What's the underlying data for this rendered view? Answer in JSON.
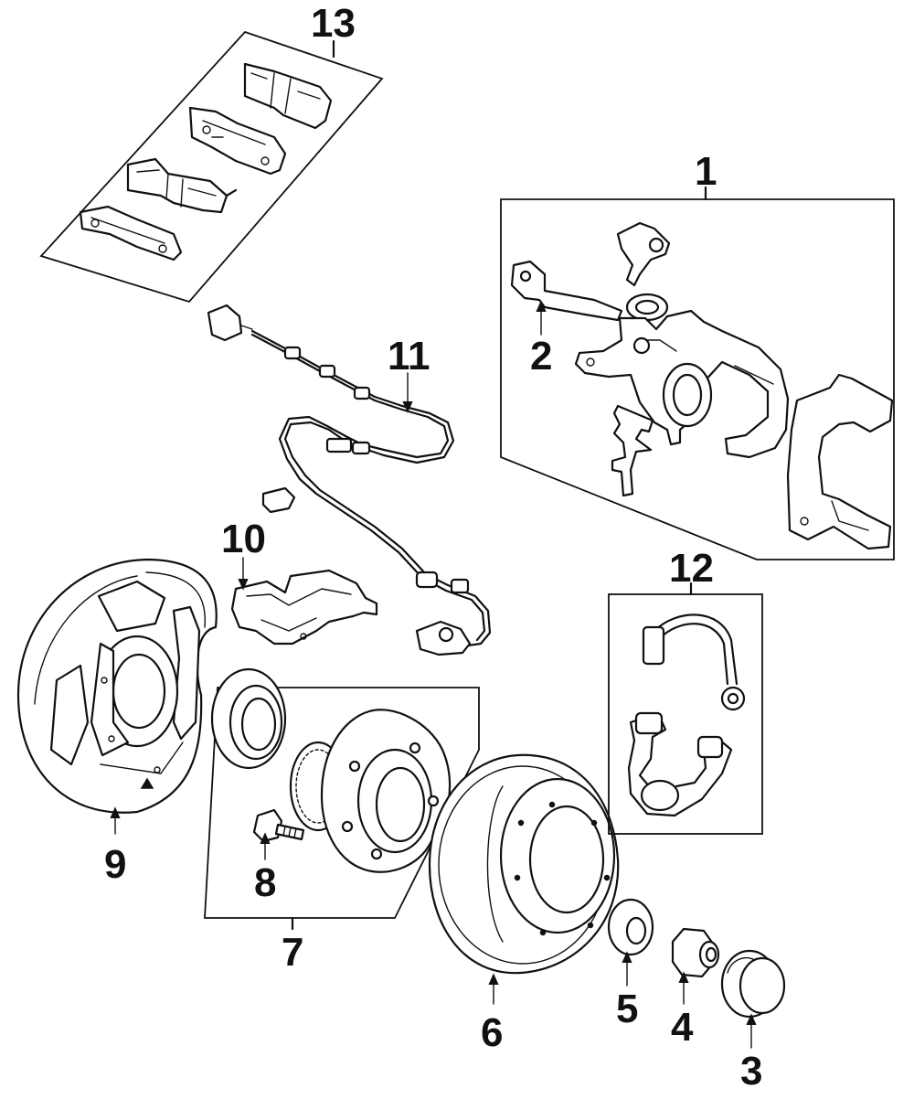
{
  "diagram": {
    "callouts": [
      {
        "id": "1",
        "label": "1",
        "part": "caliper-assembly"
      },
      {
        "id": "2",
        "label": "2",
        "part": "caliper-bracket"
      },
      {
        "id": "3",
        "label": "3",
        "part": "hub-cap"
      },
      {
        "id": "4",
        "label": "4",
        "part": "hub-nut"
      },
      {
        "id": "5",
        "label": "5",
        "part": "washer"
      },
      {
        "id": "6",
        "label": "6",
        "part": "brake-rotor"
      },
      {
        "id": "7",
        "label": "7",
        "part": "hub-and-bearing-assembly"
      },
      {
        "id": "8",
        "label": "8",
        "part": "wheel-stud"
      },
      {
        "id": "9",
        "label": "9",
        "part": "splash-shield"
      },
      {
        "id": "10",
        "label": "10",
        "part": "sensor-bracket"
      },
      {
        "id": "11",
        "label": "11",
        "part": "abs-sensor-wire"
      },
      {
        "id": "12",
        "label": "12",
        "part": "brake-hoses"
      },
      {
        "id": "13",
        "label": "13",
        "part": "brake-pads"
      }
    ]
  }
}
